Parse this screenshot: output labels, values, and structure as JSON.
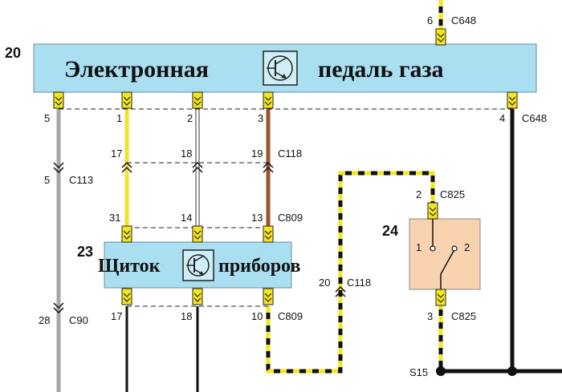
{
  "components": {
    "pedal": {
      "number": "20",
      "title_left": "Электронная",
      "title_right": "педаль газа",
      "fill_color": "#a9dff0"
    },
    "cluster": {
      "number": "23",
      "title_left": "Щиток",
      "title_right": "приборов",
      "fill_color": "#a9dff0"
    },
    "switch": {
      "number": "24",
      "pin_left": "1",
      "pin_right": "2",
      "fill_color": "#f9d2b0"
    }
  },
  "connectors": {
    "top_pin": "6",
    "top_name": "C648",
    "pedal_pins": [
      "5",
      "1",
      "2",
      "3"
    ],
    "pedal_right_pin": "4",
    "pedal_right_name": "C648",
    "c118_pins": [
      "17",
      "18",
      "19"
    ],
    "c118_name": "C118",
    "c113_pin": "5",
    "c113_name": "C113",
    "c809_top_pins": [
      "31",
      "14",
      "13"
    ],
    "c809_top_name": "C809",
    "c809_bottom_pins": [
      "17",
      "18",
      "10"
    ],
    "c809_bottom_name": "C809",
    "c90_pin": "28",
    "c90_name": "C90",
    "c118_right_pin": "20",
    "c118_right_name": "C118",
    "c825_top_pin": "2",
    "c825_top_name": "C825",
    "c825_bottom_pin": "3",
    "c825_bottom_name": "C825",
    "splice": "S15"
  },
  "wire_colors": {
    "grey": "#a6a6a6",
    "yellow": "#f2e22b",
    "white": "#ffffff",
    "brown": "#a0522d",
    "black": "#111111",
    "connector_yellow": "#f4e61a"
  }
}
